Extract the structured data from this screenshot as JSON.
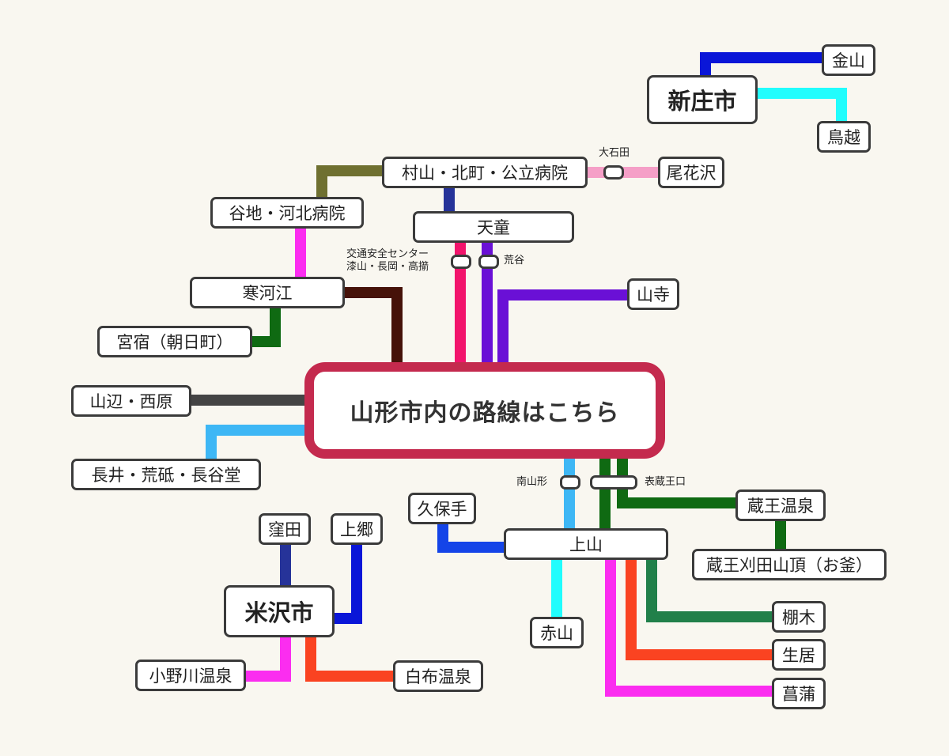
{
  "center": "山形市内の路線はこちら",
  "stations": {
    "kaneyama": "金山",
    "shinjo": "新庄市",
    "torigoe": "鳥越",
    "murayama": "村山・北町・公立病院",
    "obanazawa": "尾花沢",
    "yachi": "谷地・河北病院",
    "tendo": "天童",
    "sagae": "寒河江",
    "yamadera": "山寺",
    "miyajuku": "宮宿（朝日町）",
    "yamanobe": "山辺・西原",
    "nagai": "長井・荒砥・長谷堂",
    "kubote": "久保手",
    "zaoonsen": "蔵王温泉",
    "kubota": "窪田",
    "kamigo": "上郷",
    "kaminoyama": "上山",
    "zaokatta": "蔵王刈田山頂（お釜）",
    "yonezawa": "米沢市",
    "akayama": "赤山",
    "tsunoki": "棚木",
    "namai": "生居",
    "shobu": "菖蒲",
    "onogawa": "小野川温泉",
    "shirabu": "白布温泉"
  },
  "stops": {
    "oishida": "大石田",
    "kotsu_line1": "交通安全センター",
    "kotsu_line2": "漆山・長岡・高擶",
    "araya": "荒谷",
    "minamiyamagata": "南山形",
    "omotezaoguchi": "表蔵王口"
  },
  "colors": {
    "background": "#f9f7f0",
    "center_border": "#c42a4e",
    "blue": "#0a16d8",
    "cyan": "#21fdfd",
    "olive": "#6f7030",
    "navy": "#263399",
    "pink": "#f59fc7",
    "magenta": "#fb2df0",
    "dark_brown": "#461209",
    "crimson": "#f2146c",
    "purple": "#6a10d6",
    "dark_green": "#0f6a12",
    "gray": "#444444",
    "light_blue": "#3eb7f5",
    "royal_blue": "#1444e8",
    "green": "#21804a",
    "red_orange": "#fa4321",
    "green2": "#2a7d3f"
  }
}
